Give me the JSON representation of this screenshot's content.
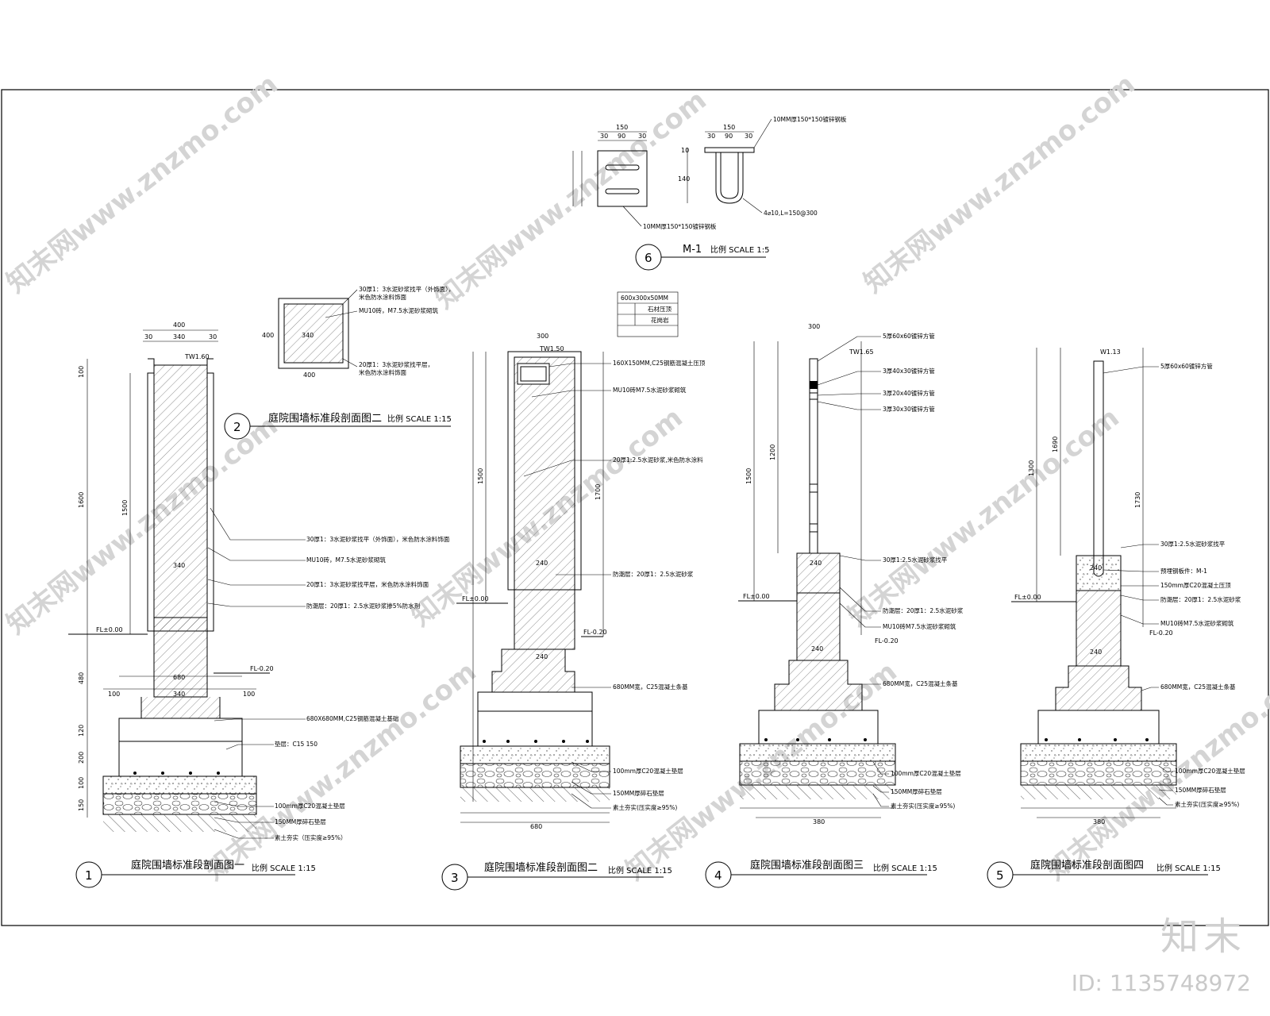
{
  "sections": {
    "s1": {
      "number": "1",
      "title": "庭院围墙标准段剖面图一",
      "scale": "比例 SCALE 1:15"
    },
    "s2": {
      "number": "2",
      "title": "庭院围墙标准段剖面图二",
      "scale": "比例 SCALE 1:15"
    },
    "s3": {
      "number": "3",
      "title": "庭院围墙标准段剖面图二",
      "scale": "比例 SCALE 1:15"
    },
    "s4": {
      "number": "4",
      "title": "庭院围墙标准段剖面图三",
      "scale": "比例 SCALE 1:15"
    },
    "s5": {
      "number": "5",
      "title": "庭院围墙标准段剖面图四",
      "scale": "比例 SCALE 1:15"
    },
    "s6": {
      "number": "6",
      "title": "M-1",
      "scale": "比例 SCALE 1:5"
    }
  },
  "labels": {
    "m1_plate": "10MM厚150*150镀锌钢板",
    "m1_plate2": "10MM厚150*150镀锌钢板",
    "m1_anchor": "4⌀10,L=150@300",
    "s2_cap1": "30厚1：3水泥砂浆找平（外饰面），",
    "s2_cap2": "米色防水涂料饰面",
    "s2_brick": "MU10砖，M7.5水泥砂浆砌筑",
    "s2_plaster1": "20厚1：3水泥砂浆找平层，",
    "s2_plaster2": "米色防水涂料饰面",
    "s1_a1": "30厚1：3水泥砂浆找平（外饰面），米色防水涂料饰面",
    "s1_a2": "MU10砖，M7.5水泥砂浆砌筑",
    "s1_a3": "20厚1：3水泥砂浆找平层，米色防水涂料饰面",
    "s1_a4": "防潮层：20厚1：2.5水泥砂浆掺5%防水剂",
    "s1_a5": "680X680MM,C25钢筋混凝土基础",
    "s1_a6": "垫层：C15 150",
    "s1_a7": "100mm厚C20混凝土垫层",
    "s1_a8": "150MM厚碎石垫层",
    "s1_a9": "素土夯实（压实度≥95%）",
    "s3_a1": "160X150MM,C25钢筋混凝土压顶",
    "s3_a2": "MU10砖M7.5水泥砂浆砌筑",
    "s3_a3": "20厚1:2.5水泥砂浆,米色防水涂料",
    "s3_a4": "防潮层：20厚1：2.5水泥砂浆",
    "s3_a5": "680MM宽，C25混凝土条基",
    "s3_a6": "100mm厚C20混凝土垫层",
    "s3_a7": "150MM厚碎石垫层",
    "s3_a8": "素土夯实(压实度≥95%)",
    "s3_t1": "600x300x50MM",
    "s3_t2": "石材压顶",
    "s3_t3": "花岗岩",
    "s4_a1": "5厚60x60镀锌方管",
    "s4_a2": "3厚40x30镀锌方管",
    "s4_a3": "3厚20x40镀锌方管",
    "s4_a4": "3厚30x30镀锌方管",
    "s4_a5": "30厚1:2.5水泥砂浆找平",
    "s4_a6": "防潮层：20厚1：2.5水泥砂浆",
    "s4_a7": "MU10砖M7.5水泥砂浆砌筑",
    "s4_a8": "680MM宽，C25混凝土条基",
    "s4_a9": "100mm厚C20混凝土垫层",
    "s4_a10": "150MM厚碎石垫层",
    "s4_a11": "素土夯实(压实度≥95%)",
    "s5_a1": "5厚60x60镀锌方管",
    "s5_a2": "30厚1:2.5水泥砂浆找平",
    "s5_a3": "预埋钢板件：M-1",
    "s5_a4": "150mm厚C20混凝土压顶",
    "s5_a5": "防潮层：20厚1：2.5水泥砂浆",
    "s5_a6": "MU10砖M7.5水泥砂浆砌筑",
    "s5_a7": "680MM宽，C25混凝土条基",
    "s5_a8": "100mm厚C20混凝土垫层",
    "s5_a9": "150MM厚碎石垫层",
    "s5_a10": "素土夯实(压实度≥95%)",
    "brand": "知末",
    "id": "ID: 1135748972",
    "watermark": "知末网www.znzmo.com"
  },
  "dims": {
    "s1_total": "1600",
    "s1_wall": "1500",
    "s1_top": "100",
    "s1_base": "480",
    "s1_w400": "400",
    "s1_340": "340",
    "s1_30": "30",
    "s1_f120": "120",
    "s1_f200": "200",
    "s1_f100": "100",
    "s1_f150": "150",
    "s1_foot": "680",
    "s1_fl": "FL±0.00",
    "s1_fl2": "FL-0.20",
    "s1_tw": "TW1.60",
    "s2_400": "400",
    "s2_340": "340",
    "s3_300": "300",
    "s3_1500": "1500",
    "s3_1700": "1700",
    "s3_240": "240",
    "s3_680": "680",
    "s3_tw": "TW1.50",
    "s3_fl": "FL±0.00",
    "s3_fl2": "FL-0.20",
    "s4_300": "300",
    "s4_1200": "1200",
    "s4_1500": "1500",
    "s4_380": "380",
    "s4_240": "240",
    "s4_tw": "TW1.65",
    "s4_fl": "FL±0.00",
    "s4_fl2": "FL-0.20",
    "s5_1300": "1300",
    "s5_1690": "1690",
    "s5_1730": "1730",
    "s5_380": "380",
    "s5_240": "240",
    "s5_tw": "W1.13",
    "s5_fl": "FL±0.00",
    "s5_fl2": "FL-0.20",
    "m1_150": "150",
    "m1_30": "30",
    "m1_90": "90",
    "m1_10": "10",
    "m1_140": "140"
  }
}
